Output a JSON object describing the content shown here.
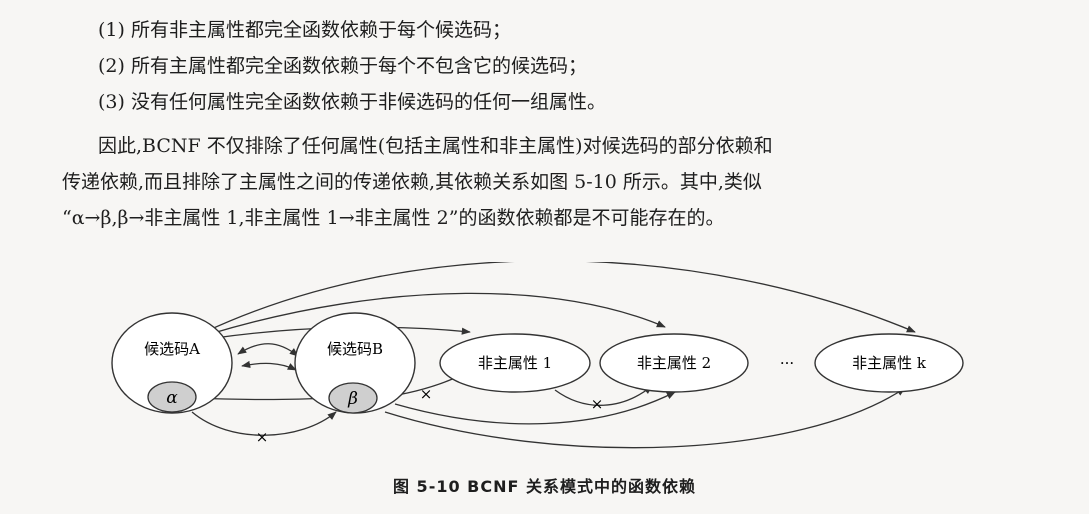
{
  "paragraphs": {
    "p1": "(1) 所有非主属性都完全函数依赖于每个候选码；",
    "p2": "(2) 所有主属性都完全函数依赖于每个不包含它的候选码；",
    "p3": "(3) 没有任何属性完全函数依赖于非候选码的任何一组属性。",
    "p4a": "因此,BCNF 不仅排除了任何属性(包括主属性和非主属性)对候选码的部分依赖和",
    "p4b": "传递依赖,而且排除了主属性之间的传递依赖,其依赖关系如图 5-10 所示。其中,类似",
    "p4c": "“α→β,β→非主属性 1,非主属性 1→非主属性 2”的函数依赖都是不可能存在的。"
  },
  "figure": {
    "node_a": "候选码A",
    "node_alpha": "α",
    "node_b": "候选码B",
    "node_beta": "β",
    "node_np1": "非主属性 1",
    "node_np2": "非主属性 2",
    "ellipsis": "···",
    "node_npk": "非主属性 k",
    "cross": "×",
    "caption": "图 5-10   BCNF 关系模式中的函数依赖"
  }
}
